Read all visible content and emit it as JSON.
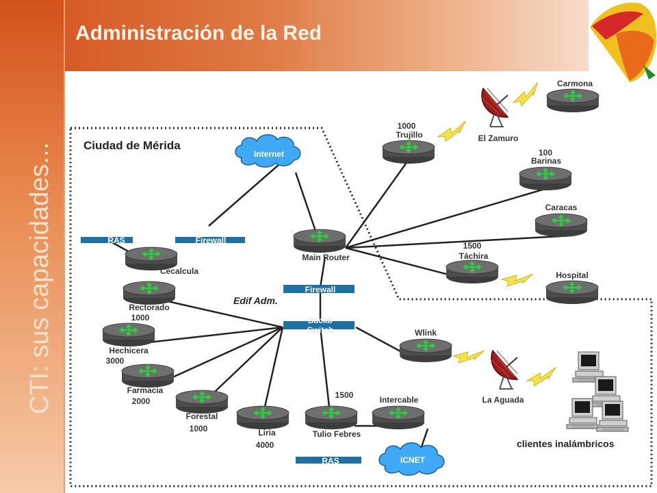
{
  "title": "Administración de la Red",
  "vertical_text": "CTI: sus capacidades...",
  "zone_labels": {
    "city": "Ciudad de Mérida",
    "building": "Edif Adm.",
    "wireless": "clientes inalámbricos"
  },
  "clouds": {
    "internet": "Internet",
    "icnet": "ICNET"
  },
  "bars": {
    "ras_top": "RAS",
    "firewall_top": "Firewall",
    "firewall_mid": "Firewall",
    "backbone": "Backb\nSwitch",
    "ras_bottom": "RAS"
  },
  "routers": {
    "main": "Main Router",
    "cecalcula": "Cecalcula",
    "rectorado": "Rectorado",
    "rectorado_n": "1000",
    "hechicera": "Hechicera",
    "hechicera_n": "3000",
    "farmacia": "Farmacia",
    "farmacia_n": "2000",
    "forestal": "Forestal",
    "forestal_n": "1000",
    "liria": "Liria",
    "liria_n": "4000",
    "tulio": "Tulio Febres",
    "tulio_n": "1500",
    "intercable": "Intercable",
    "wlink": "Wlink",
    "trujillo": "Trujillo",
    "trujillo_n": "1000",
    "barinas": "Barinas",
    "barinas_n": "100",
    "caracas": "Caracas",
    "tachira": "Táchira",
    "tachira_n": "1500",
    "hospital": "Hospital",
    "carmona": "Carmona",
    "el_zamuro": "El Zamuro",
    "la_aguada": "La Aguada"
  },
  "colors": {
    "orange": "#d3511c",
    "router": "#555555",
    "router_icon": "#2ecc40",
    "bar": "#1e6fa3",
    "cloud": "#3fa9f5",
    "lightning": "#f4e24a"
  }
}
